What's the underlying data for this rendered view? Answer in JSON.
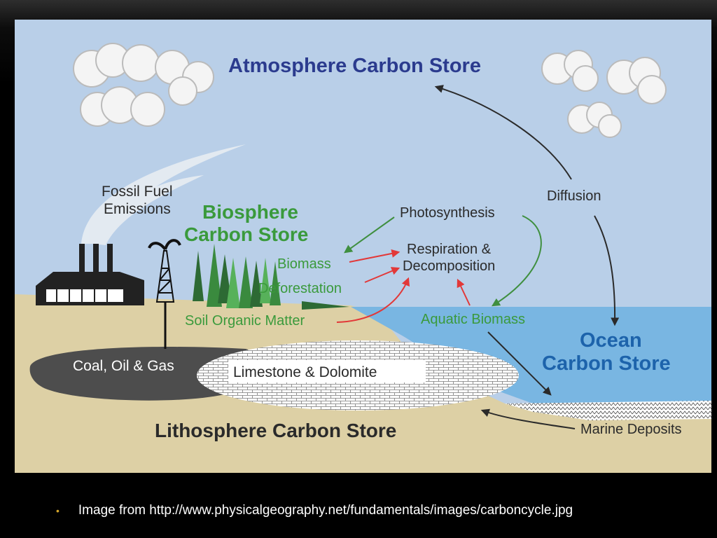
{
  "diagram": {
    "labels": {
      "atmosphere_store": "Atmosphere Carbon Store",
      "fossil_fuel_line1": "Fossil Fuel",
      "fossil_fuel_line2": "Emissions",
      "biosphere_line1": "Biosphere",
      "biosphere_line2": "Carbon Store",
      "biomass": "Biomass",
      "deforestation": "Deforestation",
      "soil_organic_matter": "Soil Organic Matter",
      "photosynthesis": "Photosynthesis",
      "respiration_line1": "Respiration &",
      "respiration_line2": "Decomposition",
      "diffusion": "Diffusion",
      "aquatic_biomass": "Aquatic Biomass",
      "ocean_line1": "Ocean",
      "ocean_line2": "Carbon Store",
      "coal_oil_gas": "Coal, Oil & Gas",
      "limestone_dolomite": "Limestone & Dolomite",
      "lithosphere_store": "Lithosphere Carbon Store",
      "marine_deposits": "Marine Deposits"
    },
    "colors": {
      "sky": "#b9cfe8",
      "ground": "#ddd0a5",
      "ocean": "#79b6e2",
      "atmosphere_text": "#2b3b8e",
      "biosphere_text": "#3a9a3c",
      "ocean_text": "#1d63ab",
      "dark_text": "#2a2a2a",
      "red_arrow": "#e23838",
      "green_arrow": "#3f8f3f",
      "dark_arrow": "#2a2a2a"
    }
  },
  "caption": {
    "bullet": "•",
    "text": "Image from http://www.physicalgeography.net/fundamentals/images/carboncycle.jpg"
  }
}
